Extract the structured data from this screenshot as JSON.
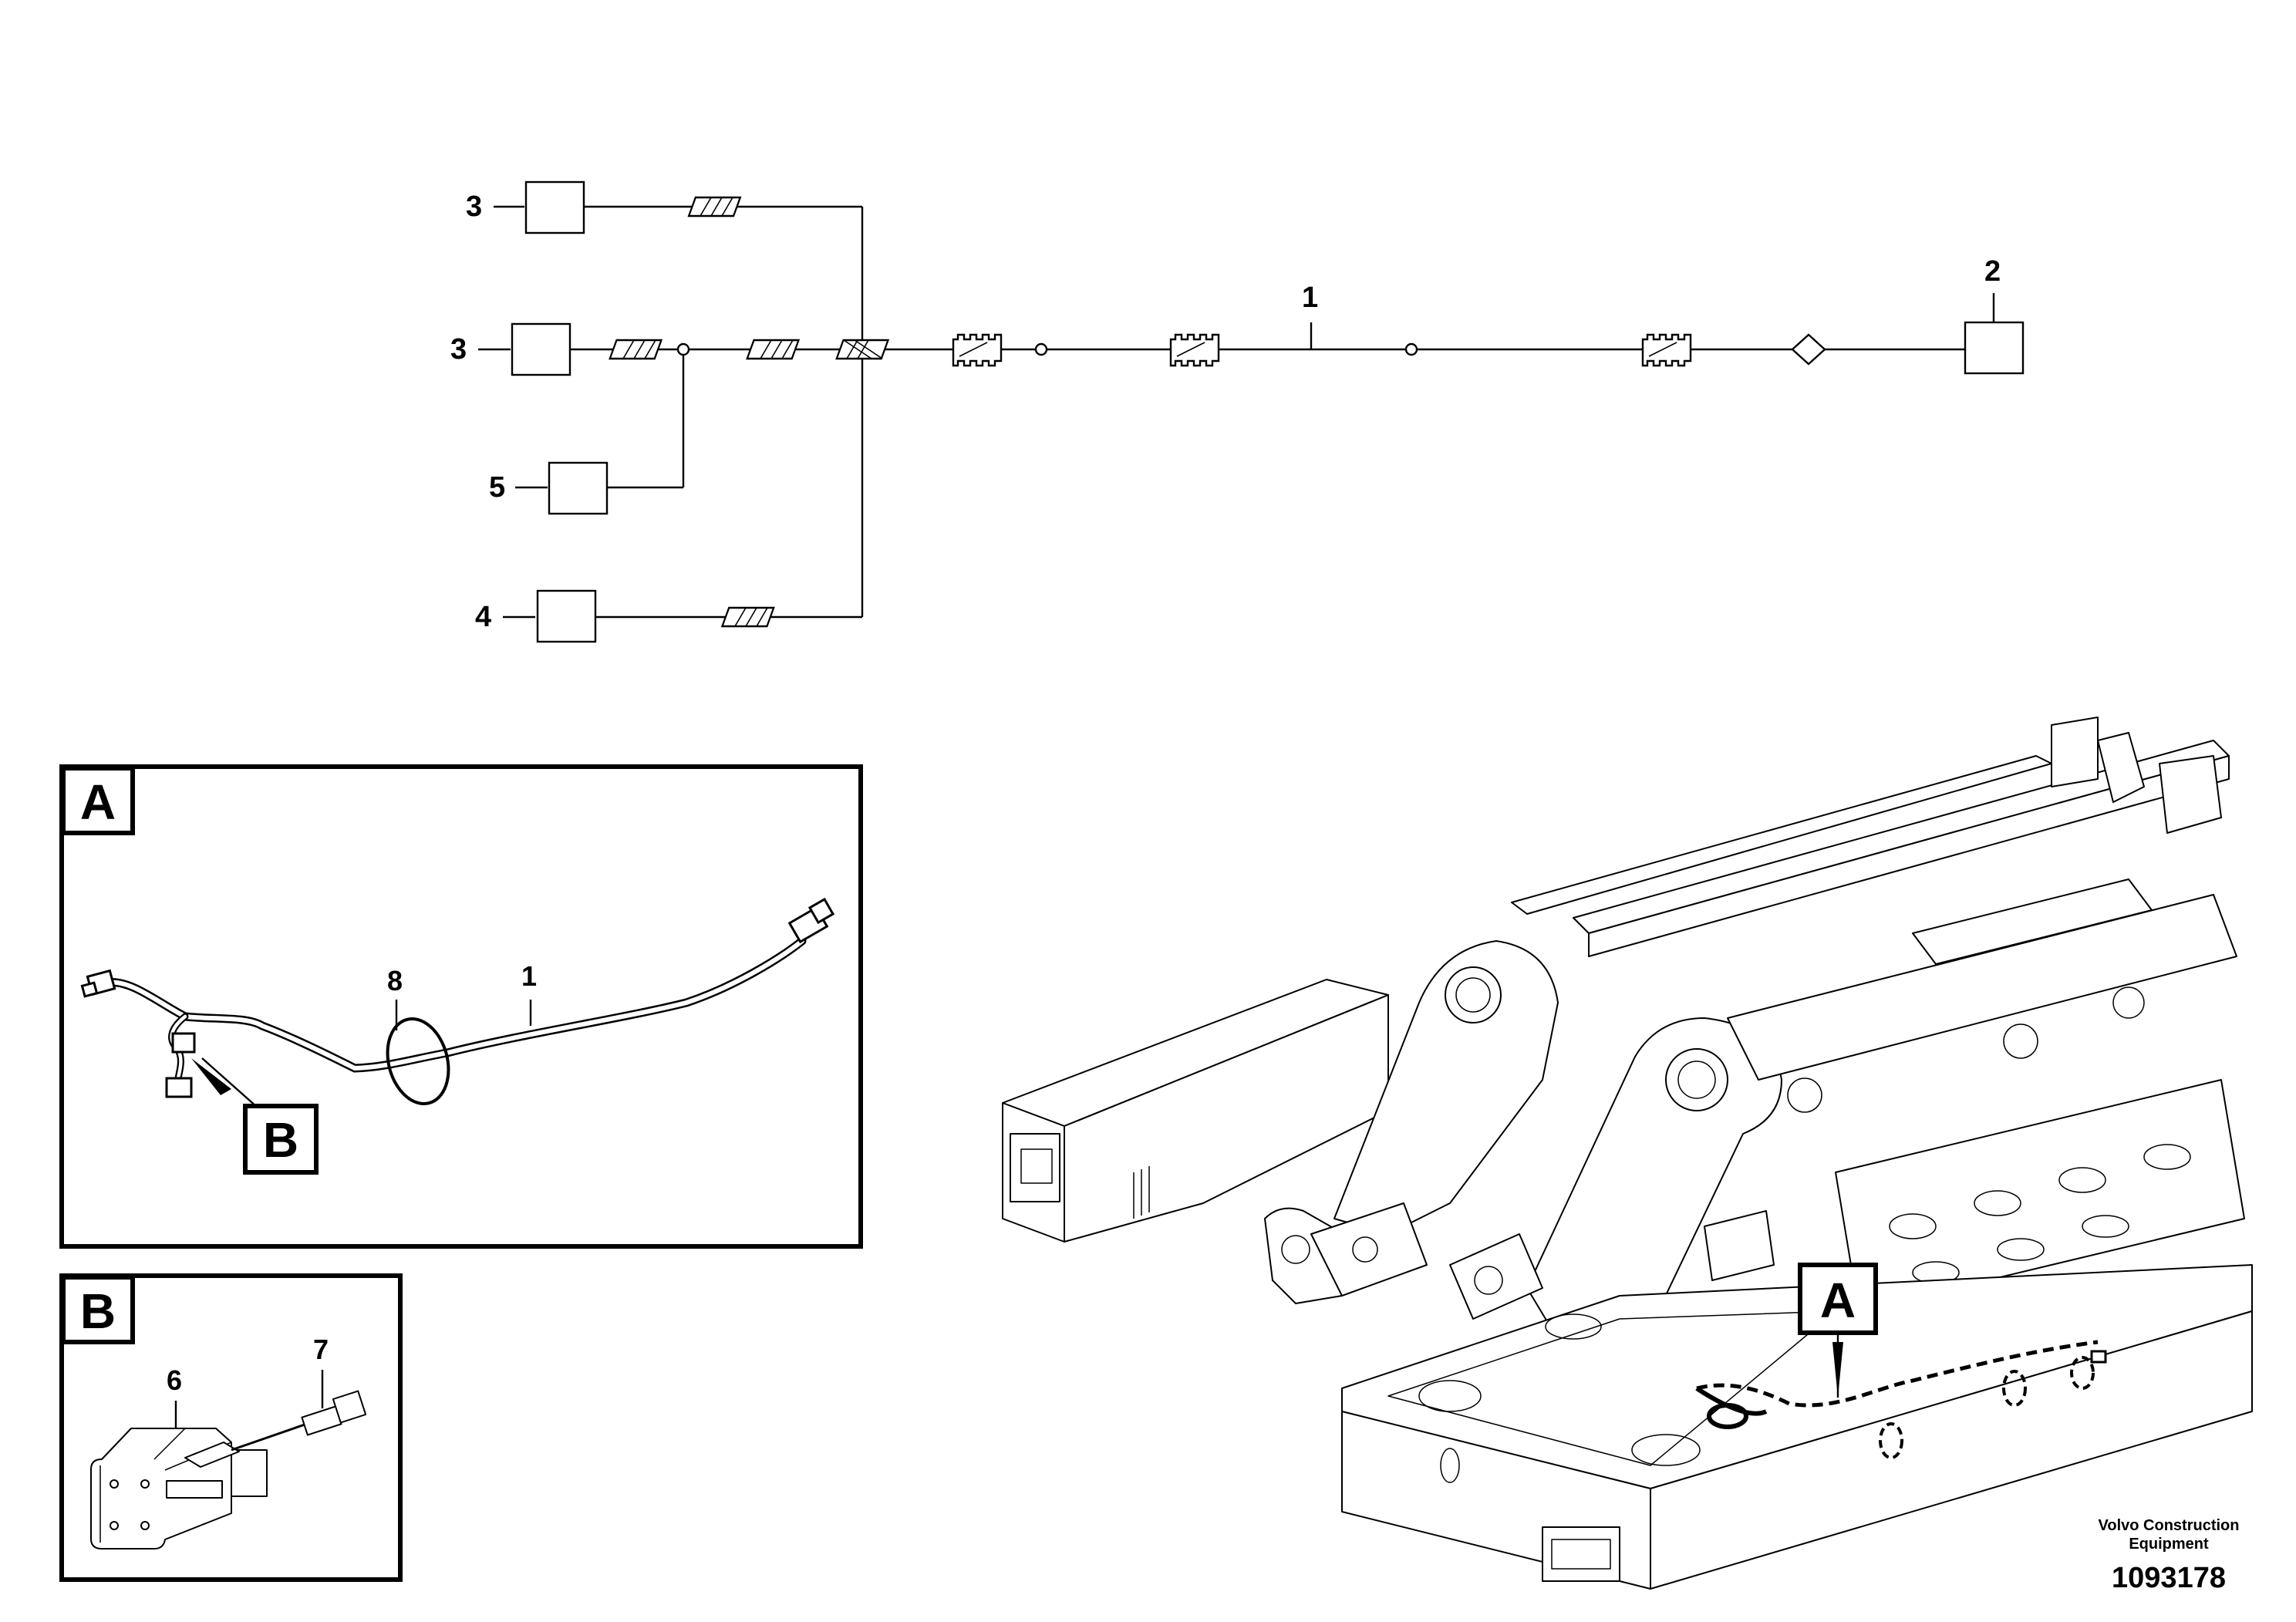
{
  "callouts": {
    "harness": "1",
    "end_unit": "2",
    "unit_top": "3",
    "unit_mid": "3",
    "unit_bottom": "4",
    "unit_branch": "5",
    "connector": "6",
    "pin": "7",
    "cable_tie": "8"
  },
  "detail_views": {
    "a_title": "A",
    "a_ref": "B",
    "b_title": "B",
    "chassis_ref": "A"
  },
  "footer": {
    "company_line1": "Volvo Construction",
    "company_line2": "Equipment",
    "drawing_number": "1093178"
  }
}
